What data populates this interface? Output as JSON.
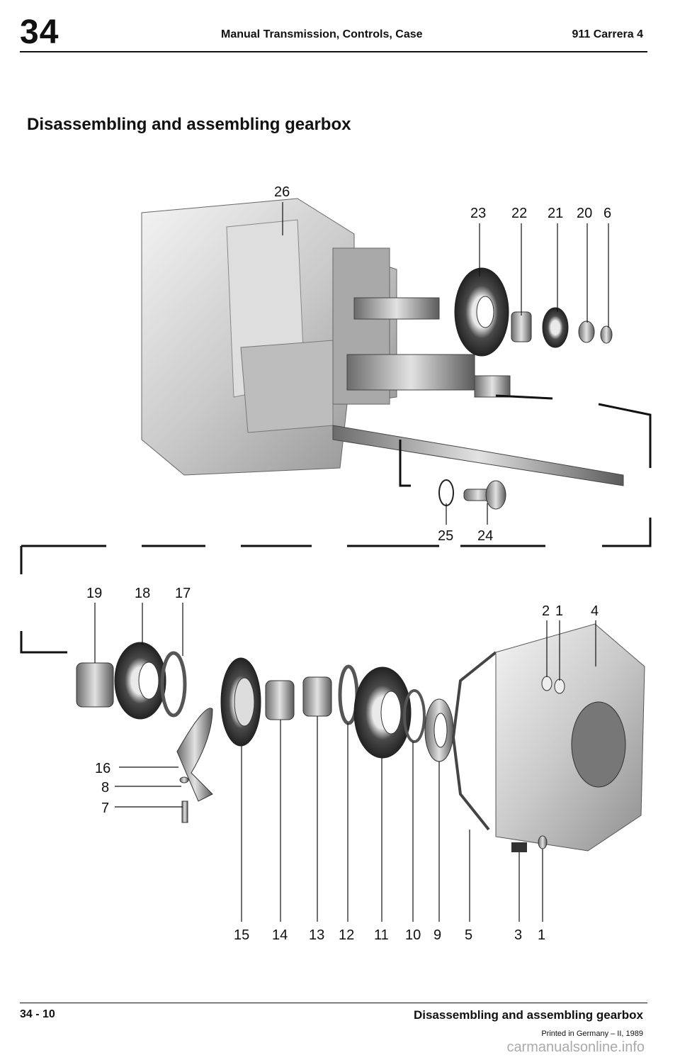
{
  "header": {
    "section_number": "34",
    "title": "Manual Transmission, Controls, Case",
    "model": "911 Carrera 4"
  },
  "section_title": "Disassembling and assembling gearbox",
  "figure": {
    "callouts": [
      "26",
      "23",
      "22",
      "21",
      "20",
      "6",
      "25",
      "24",
      "19",
      "18",
      "17",
      "2",
      "1",
      "4",
      "16",
      "8",
      "7",
      "15",
      "14",
      "13",
      "12",
      "11",
      "10",
      "9",
      "5",
      "3",
      "1"
    ]
  },
  "footer": {
    "page": "34 - 10",
    "title": "Disassembling and assembling gearbox",
    "printed": "Printed in Germany – II, 1989",
    "watermark": "carmanualsonline.info"
  }
}
